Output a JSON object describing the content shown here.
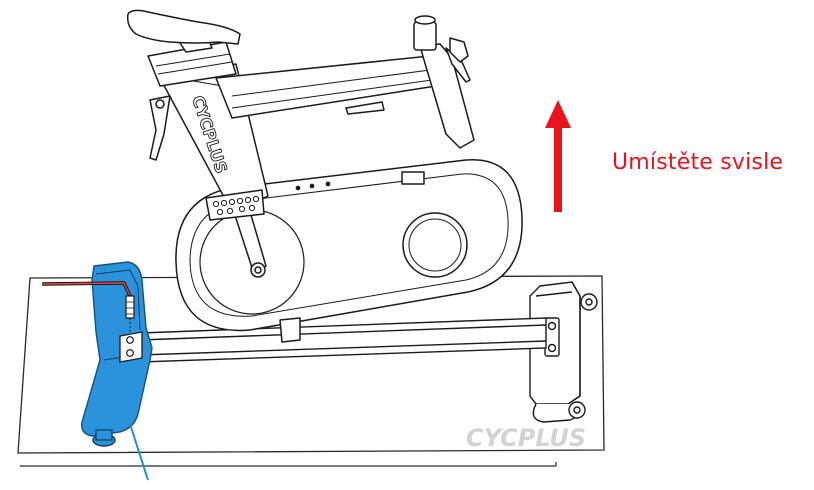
{
  "instruction": {
    "text": "Umístěte svisle",
    "color": "#e8131b"
  },
  "frame_logo": "CYCPLUS",
  "watermark": "CYCPLUS",
  "colors": {
    "highlight_foot": "#2b93dc",
    "line_art": "#1a1a1a",
    "arrow": "#e8131b",
    "callout_line": "#1f8fd6",
    "watermark": "#d2d2d2"
  },
  "icons": {
    "arrow": "up-arrow-icon",
    "tool": "allen-key-icon"
  }
}
